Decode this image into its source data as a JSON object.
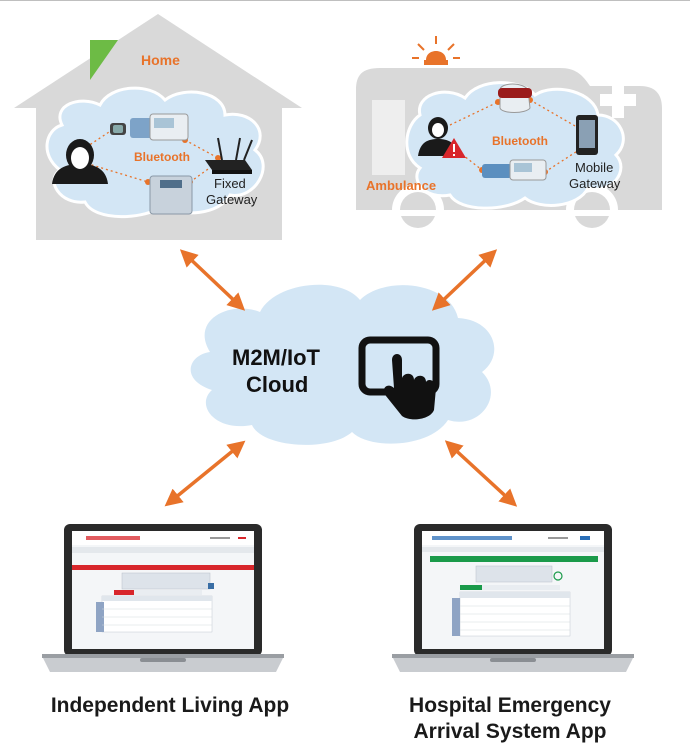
{
  "home": {
    "title": "Home",
    "network": "Bluetooth",
    "gateway_line1": "Fixed",
    "gateway_line2": "Gateway"
  },
  "ambulance": {
    "title": "Ambulance",
    "network": "Bluetooth",
    "gateway_line1": "Mobile",
    "gateway_line2": "Gateway"
  },
  "cloud": {
    "line1": "M2M/IoT",
    "line2": "Cloud"
  },
  "apps": {
    "left_caption": "Independent Living App",
    "right_caption_line1": "Hospital Emergency",
    "right_caption_line2": "Arrival System App"
  },
  "colors": {
    "accent": "#e8732a",
    "building_gray": "#d9d9d9",
    "cloud_blue": "#d3e6f5",
    "left_screen_accent": "#d8262b",
    "right_screen_accent": "#1a9a4a"
  },
  "icons": [
    "house-icon",
    "ambulance-icon",
    "user-icon",
    "patient-icon",
    "warning-icon",
    "siren-icon",
    "router-icon",
    "smartphone-icon",
    "watch-icon",
    "blood-pressure-monitor-icon",
    "scale-icon",
    "pulse-oximeter-icon",
    "tablet-touch-icon",
    "laptop-icon"
  ]
}
